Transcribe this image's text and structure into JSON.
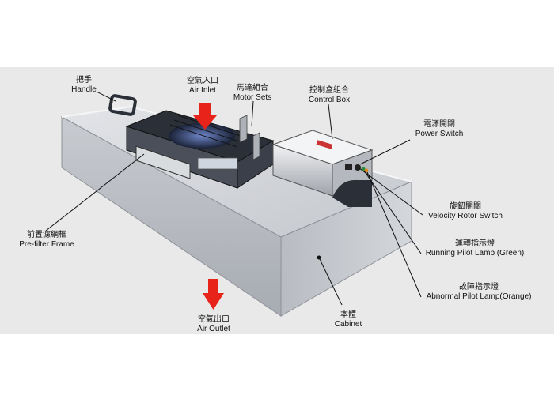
{
  "colors": {
    "background": "#ffffff",
    "panel": "#e9e9e9",
    "cabinet_top": "#d6d8dc",
    "cabinet_front": "#b9bcc2",
    "cabinet_side": "#c9ccd1",
    "arrow": "#e8231a",
    "leader_line": "#111111"
  },
  "labels": {
    "handle": {
      "zh": "把手",
      "en": "Handle"
    },
    "air_inlet": {
      "zh": "空氣入口",
      "en": "Air Inlet"
    },
    "motor_sets": {
      "zh": "馬達組合",
      "en": "Motor Sets"
    },
    "control_box": {
      "zh": "控制盒組合",
      "en": "Control Box"
    },
    "power_switch": {
      "zh": "電源開關",
      "en": "Power Switch"
    },
    "velocity_rotor_switch": {
      "zh": "旋鈕開關",
      "en": "Velocity Rotor Switch"
    },
    "running_pilot_lamp": {
      "zh": "運轉指示燈",
      "en": "Running Pilot Lamp (Green)"
    },
    "abnormal_pilot_lamp": {
      "zh": "故障指示燈",
      "en": "Abnormal Pilot Lamp(Orange)"
    },
    "pre_filter_frame": {
      "zh": "前置濾網框",
      "en": "Pre-filter Frame"
    },
    "air_outlet": {
      "zh": "空氣出口",
      "en": "Air Outlet"
    },
    "cabinet": {
      "zh": "本體",
      "en": "Cabinet"
    }
  }
}
